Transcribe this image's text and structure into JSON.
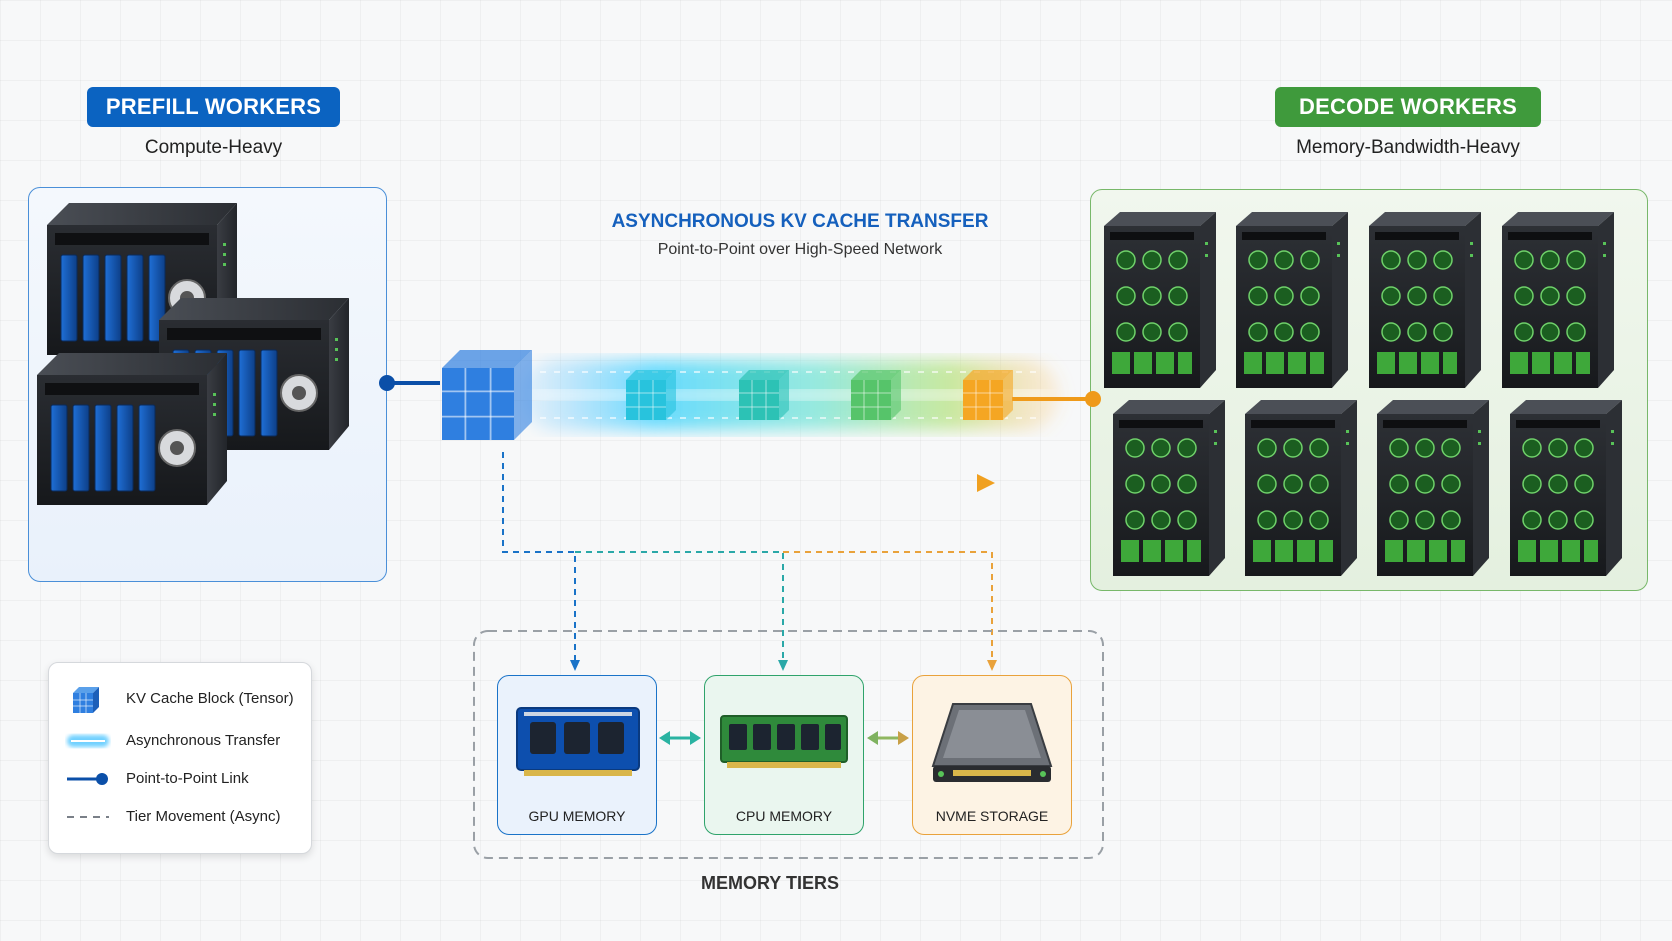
{
  "prefill": {
    "title": "PREFILL WORKERS",
    "subtitle": "Compute-Heavy",
    "color": "#0b63c1"
  },
  "decode": {
    "title": "DECODE WORKERS",
    "subtitle": "Memory-Bandwidth-Heavy",
    "color": "#3f9a3c"
  },
  "transfer": {
    "title": "ASYNCHRONOUS KV CACHE TRANSFER",
    "subtitle": "Point-to-Point over High-Speed Network",
    "title_color": "#1560bd"
  },
  "memory_tiers": {
    "title": "MEMORY TIERS",
    "tiers": [
      {
        "label": "GPU MEMORY",
        "icon": "gpu-memory-icon",
        "color": "#1a73c8"
      },
      {
        "label": "CPU MEMORY",
        "icon": "cpu-memory-icon",
        "color": "#2fa36b"
      },
      {
        "label": "NVME STORAGE",
        "icon": "nvme-storage-icon",
        "color": "#e9a23b"
      }
    ]
  },
  "legend": {
    "items": [
      {
        "label": "KV Cache Block (Tensor)",
        "icon": "kv-cache-block-icon"
      },
      {
        "label": "Asynchronous Transfer",
        "icon": "async-transfer-icon"
      },
      {
        "label": "Point-to-Point Link",
        "icon": "point-to-point-link-icon"
      },
      {
        "label": "Tier Movement (Async)",
        "icon": "tier-movement-icon"
      }
    ]
  }
}
